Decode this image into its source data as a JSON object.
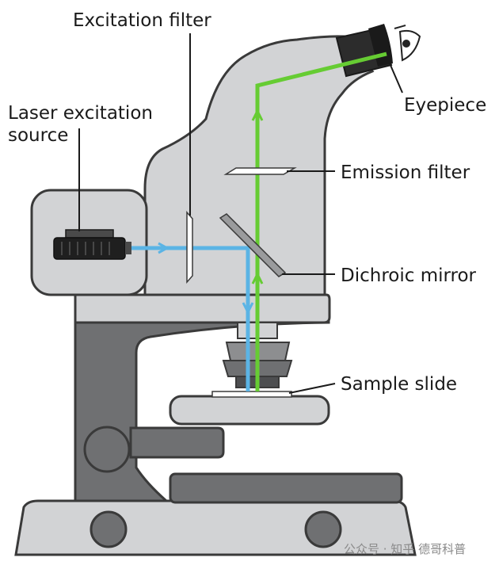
{
  "labels": {
    "excitation_filter": "Excitation filter",
    "laser_source_line1": "Laser excitation",
    "laser_source_line2": "source",
    "eyepiece": "Eyepiece",
    "emission_filter": "Emission filter",
    "dichroic_mirror": "Dichroic mirror",
    "sample_slide": "Sample slide"
  },
  "watermark": "公众号 · 知乎 德哥科普",
  "colors": {
    "excitation_light": "#5bb4e5",
    "emission_light": "#66cc33",
    "body_light": "#d2d3d5",
    "body_dark": "#6f7072",
    "outline": "#3a3a3a",
    "label_text": "#1a1a1a"
  }
}
